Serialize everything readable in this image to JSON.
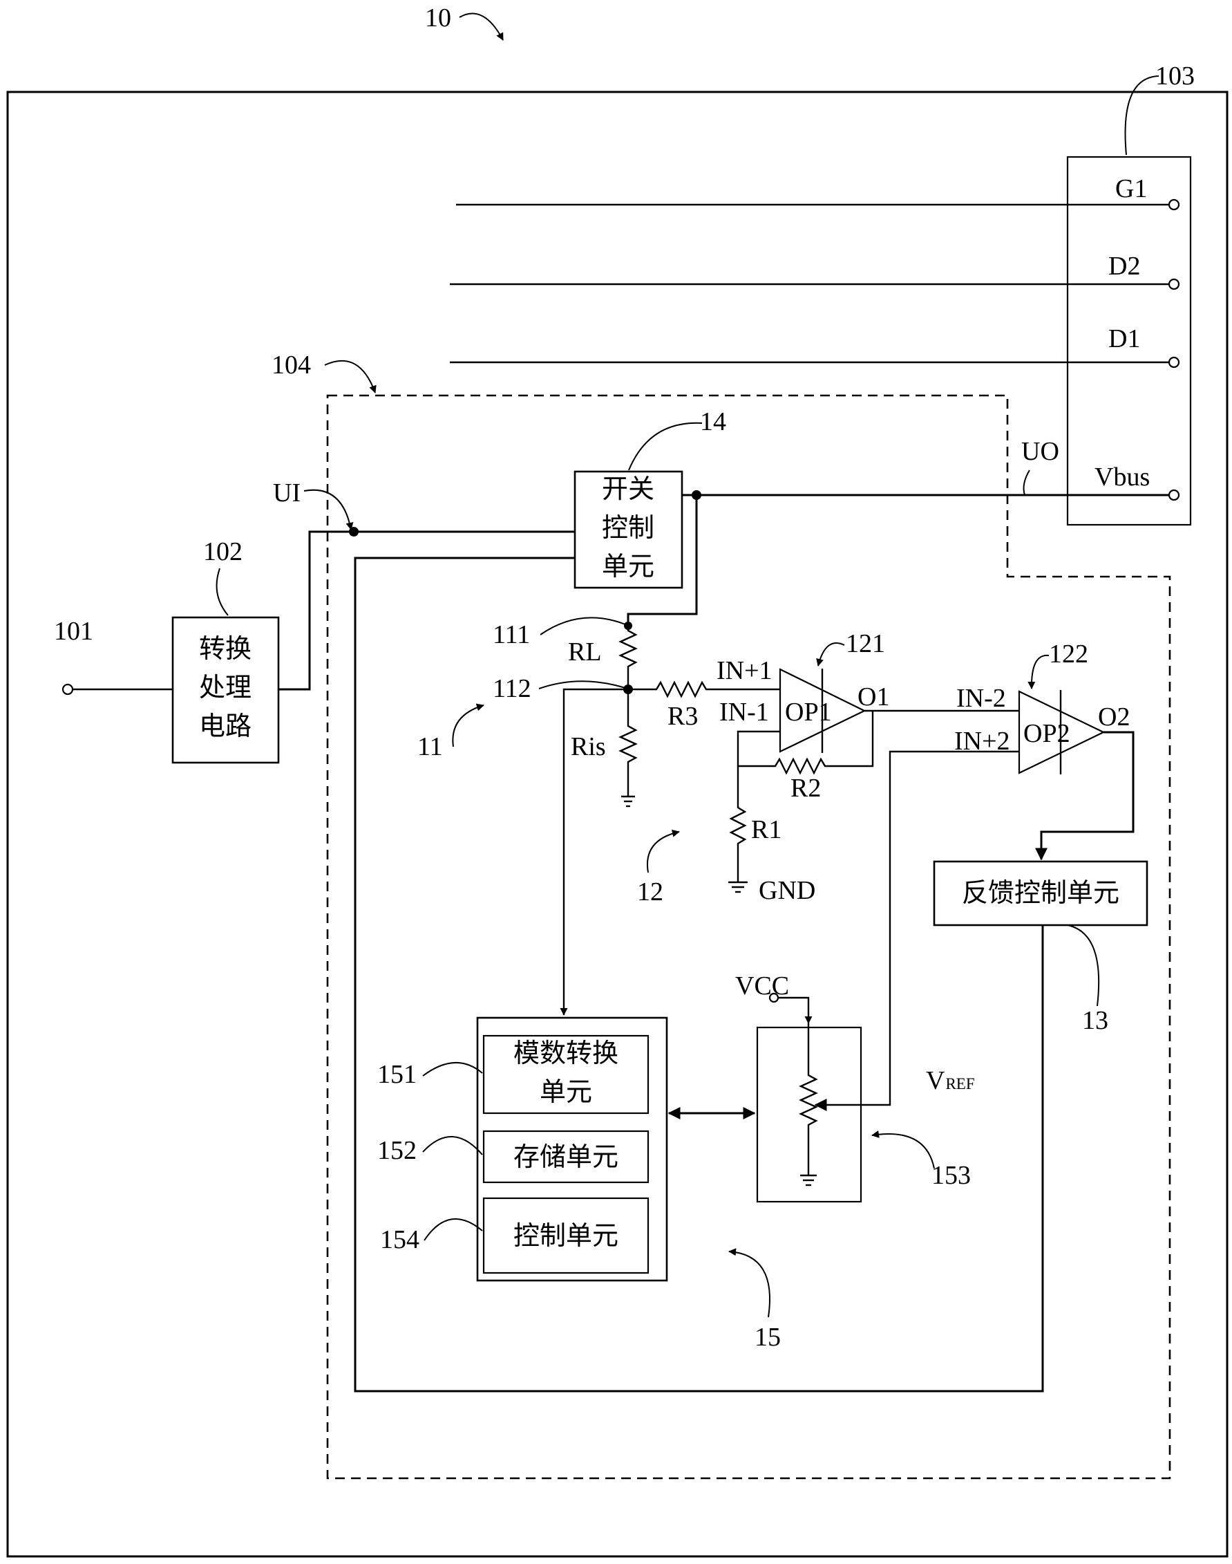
{
  "refs": {
    "r10": "10",
    "r101": "101",
    "r102": "102",
    "r103": "103",
    "r104": "104",
    "r11": "11",
    "r111": "111",
    "r112": "112",
    "r12": "12",
    "r121": "121",
    "r122": "122",
    "r13": "13",
    "r14": "14",
    "r15": "15",
    "r151": "151",
    "r152": "152",
    "r153": "153",
    "r154": "154"
  },
  "connector_pins": {
    "g1": "G1",
    "d2": "D2",
    "d1": "D1",
    "vbus": "Vbus"
  },
  "signals": {
    "ui": "UI",
    "uo": "UO",
    "gnd": "GND",
    "vcc": "VCC",
    "vref_main": "V",
    "vref_sub": "REF"
  },
  "components": {
    "rl": "RL",
    "ris": "Ris",
    "r1": "R1",
    "r2": "R2",
    "r3": "R3",
    "op1": "OP1",
    "op2": "OP2",
    "in_plus_1": "IN+1",
    "in_minus_1": "IN-1",
    "o1": "O1",
    "in_minus_2": "IN-2",
    "in_plus_2": "IN+2",
    "o2": "O2"
  },
  "blocks": {
    "conversion_circuit": [
      "转换",
      "处理",
      "电路"
    ],
    "switch_control": [
      "开关",
      "控制",
      "单元"
    ],
    "feedback_control": "反馈控制单元",
    "adc_unit": [
      "模数转换",
      "单元"
    ],
    "storage_unit": "存储单元",
    "control_unit": "控制单元"
  }
}
